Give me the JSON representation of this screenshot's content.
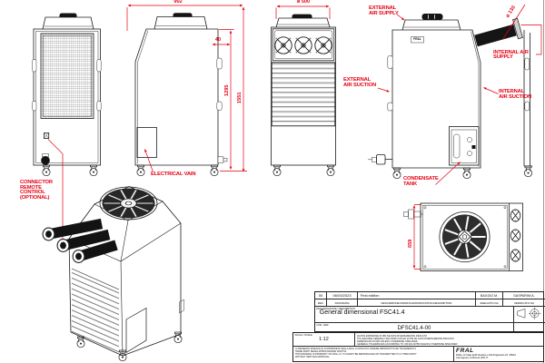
{
  "colors": {
    "accent_red": "#e60012",
    "ink": "#1c1c1c"
  },
  "annotations": {
    "connector": "CONNECTOR\nREMOTE\nCONTROL\n(OPTIONAL)",
    "electrical_vain": "ELECTRICAL VAIN",
    "external_air_supply": "EXTERNAL\nAIR SUPPLY",
    "internal_air_supply": "INTERNAL AIR\nSUPPLY",
    "external_air_suction": "EXTERNAL\nAIR SUCTION",
    "internal_air_suction": "INTERNAL\nAIR SUCTION",
    "condensate_tank": "CONDENSATE\nTANK",
    "unit_brand": "FRAL"
  },
  "dimensions": {
    "depth": "902",
    "top_offset": "40",
    "body_height": "1295",
    "total_height": "1551",
    "front_dia": "ø 500",
    "hose_dia": "ø 130",
    "top_depth": "659"
  },
  "title_block": {
    "revision": {
      "rev": "00",
      "date": "06/03/2023",
      "description": "First edition",
      "executed_by": "BAGGIO M.",
      "verified_by": "GASPARINI A."
    },
    "headers": {
      "rev": "REV.",
      "date": "DATA/DATE",
      "description": "DESCRIZIONE MODIFICA/MODIFICATION DESCRIPTION",
      "executed_by": "ESEGUITO DA",
      "verified_by": "VERIFICATO DA"
    },
    "name_label": "DENOMINAZIONE / DESCRIPTION",
    "name_value": "General dimensional FSC41.4",
    "code_label": "COD - REF",
    "code_value": "DFSC41.4-00",
    "scale_label": "SCALA / SCALE",
    "scale_value": "1:12",
    "notes": "QUOTE ESPRESSE IN MM SE NON DIVERSAMENTE INDICATO\nTOLLERANZE GENERALI SECONDO UNI EN 22768 SE NON DIVERSAMENTE INDICATO\nDIMENSIONS IN MM UNLESS OTHERWISE SPECIFIED\nGENERAL TOLERANCES ACCORDING TO UNI EN 22768 UNLESS OTHERWISE SPECIFIED",
    "disclaimer": "IL PRESENTE DISEGNO E' DI PROPRIETA' DELLA FRAL srl NON PUO' ESSERE RIPRODOTTO NE' TRASMESSO A\nTERZE PARTI SENZA APPROVAZIONE SCRITTA.\nTHIS DRAWING IS PROPERTY OF FRAL srl. IT CANNOT BE REPRODUCED OR TRANSMITTED TO A THIRD PARTY\nWITHOUT WRITTEN APPROVAL.",
    "company": {
      "logo": "FRAL",
      "address": "FRAL srl Viale dell'Industria e dell'Artigianato 23, 35010\nCarmignano di Brenta (PD) IT"
    }
  }
}
